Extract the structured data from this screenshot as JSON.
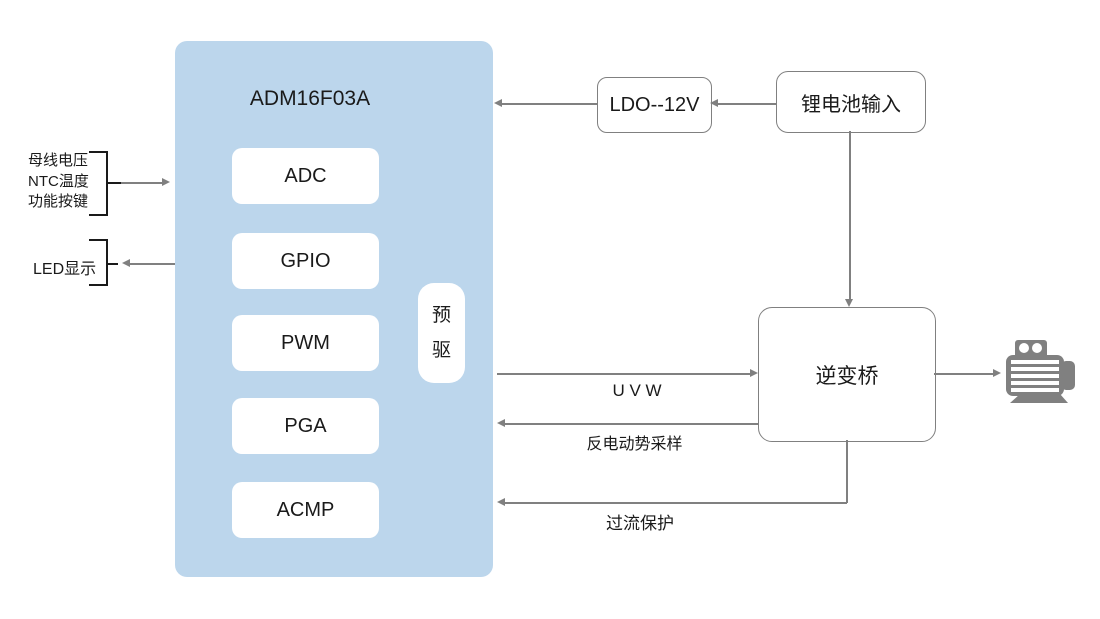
{
  "chip": {
    "title": "ADM16F03A",
    "blocks": [
      "ADC",
      "GPIO",
      "PWM",
      "PGA",
      "ACMP"
    ],
    "predriver": "预驱"
  },
  "left_inputs": {
    "lines": [
      "母线电压",
      "NTC温度",
      "功能按键"
    ]
  },
  "left_output": {
    "label": "LED显示"
  },
  "power": {
    "ldo": "LDO--12V",
    "battery": "锂电池输入"
  },
  "inverter": {
    "label": "逆变桥"
  },
  "motor": {
    "icon": "motor-icon"
  },
  "signals": {
    "uvw": "U V W",
    "bemf": "反电动势采样",
    "ocp": "过流保护"
  },
  "colors": {
    "chip_fill": "#bcd6ec",
    "block_fill": "#ffffff",
    "line": "#808080",
    "bracket": "#1a1a1a",
    "text": "#1a1a1a",
    "motor": "#808080"
  }
}
